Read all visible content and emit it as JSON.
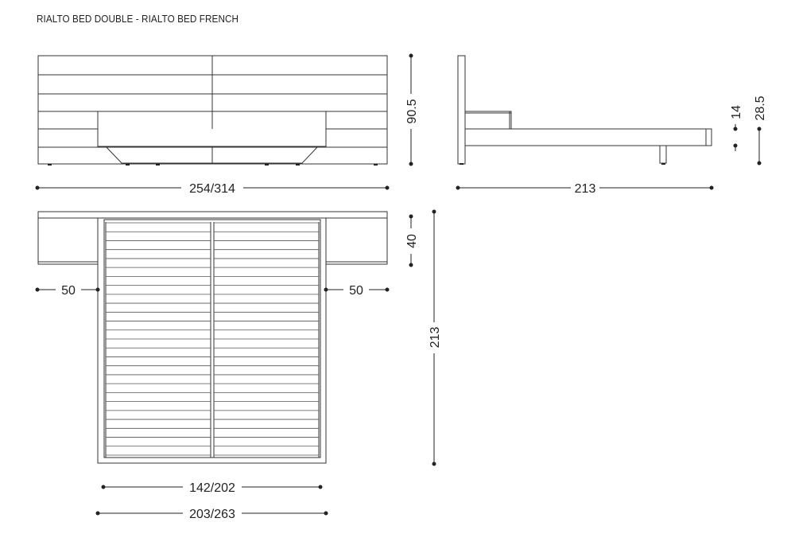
{
  "title": "RIALTO BED DOUBLE - RIALTO BED FRENCH",
  "dimensions": {
    "front_width": "254/314",
    "front_height": "90.5",
    "side_length": "213",
    "side_frame_height": "14",
    "side_total_height": "28.5",
    "nightstand_left_width": "50",
    "nightstand_right_width": "50",
    "nightstand_depth": "40",
    "top_length": "213",
    "mattress_width": "142/202",
    "frame_width": "203/263"
  },
  "slat_count": 26
}
